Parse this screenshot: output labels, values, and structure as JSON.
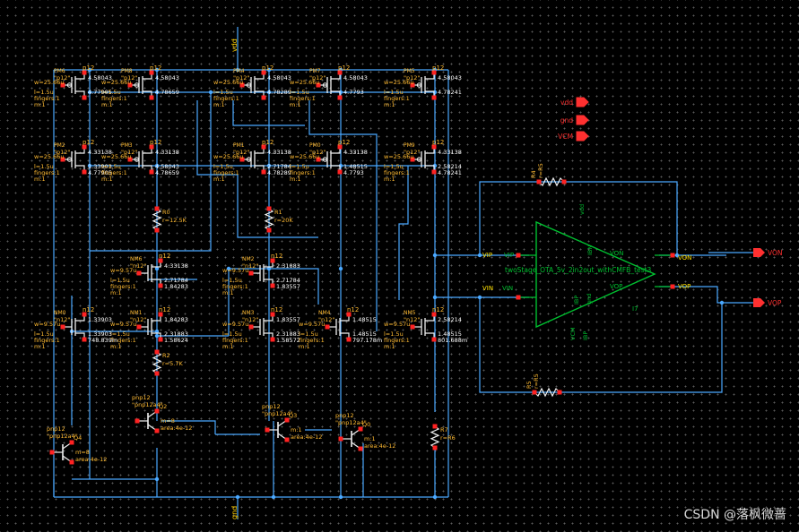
{
  "nets": {
    "top": "vdd",
    "bottom": "gnd"
  },
  "pmos": [
    {
      "label": "PM6",
      "model": "p12",
      "mm": "\"p12\"",
      "w": "w=25.66u",
      "l": "l=1.5u",
      "f": "fingers:1",
      "m": "m:1",
      "vg": "4.58043",
      "vd": "4.77905"
    },
    {
      "label": "PM2",
      "model": "p12",
      "mm": "\"p12\"",
      "w": "w=25.66u",
      "l": "l=1.5u",
      "f": "fingers:1",
      "m": "m:1",
      "vg": "4.33138",
      "vd": "1.33903",
      "vs": "4.77905"
    },
    {
      "label": "PM8",
      "model": "p12",
      "mm": "\"p12\"",
      "w": "w=25.66u",
      "l": "l=1.5u",
      "f": "fingers:1",
      "m": "m:1",
      "vg": "4.58043",
      "vd": "4.78659"
    },
    {
      "label": "PM3",
      "model": "p12",
      "mm": "\"p12\"",
      "w": "w=25.66u",
      "l": "l=1.5u",
      "f": "fingers:1",
      "m": "m:1",
      "vg": "4.33138",
      "vd": "4.58043",
      "vs": "4.78659"
    },
    {
      "label": "PM4",
      "model": "p12",
      "mm": "\"p12\"",
      "w": "w=25.66u",
      "l": "l=1.5u",
      "f": "fingers:1",
      "m": "m:1",
      "vg": "4.58043",
      "vd": "4.78289"
    },
    {
      "label": "PM1",
      "model": "p12",
      "mm": "\"p12\"",
      "w": "w=25.66u",
      "l": "l=1.5u",
      "f": "fingers:1",
      "m": "m:1",
      "vg": "4.33138",
      "vd": "2.71784",
      "vs": "4.78289"
    },
    {
      "label": "PM7",
      "model": "p12",
      "mm": "\"p12\"",
      "w": "w=25.66u",
      "l": "l=1.5u",
      "f": "fingers:1",
      "m": "m:1",
      "vg": "4.58043",
      "vd": "4.7793"
    },
    {
      "label": "PM0",
      "model": "p12",
      "mm": "\"p12\"",
      "w": "w=25.66u",
      "l": "l=1.5u",
      "f": "fingers:1",
      "m": "m:1",
      "vg": "4.33138",
      "vd": "1.48515",
      "vs": "4.7793"
    },
    {
      "label": "PM5",
      "model": "p12",
      "mm": "\"p12\"",
      "w": "w=25.66u",
      "l": "l=1.5u",
      "f": "fingers:1",
      "m": "m:1",
      "vg": "4.58043",
      "vd": "4.78241"
    },
    {
      "label": "PM9",
      "model": "p12",
      "mm": "\"p12\"",
      "w": "w=25.66u",
      "l": "l=1.5u",
      "f": "fingers:1",
      "m": "m:1",
      "vg": "4.33138",
      "vd": "2.58214",
      "vs": "4.78241"
    }
  ],
  "nmos": [
    {
      "label": "NM6",
      "model": "n12",
      "mm": "\"n12\"",
      "w": "w=9.57u",
      "l": "l=1.5u",
      "f": "fingers:1",
      "m": "m:1",
      "vg": "4.33138",
      "vd": "2.71784",
      "vs": "1.84283"
    },
    {
      "label": "NM1",
      "model": "n12",
      "mm": "\"n12\"",
      "w": "w=9.57u",
      "l": "l=1.5u",
      "f": "fingers:1",
      "m": "m:1",
      "vg": "1.84283",
      "vd": "2.31883",
      "vs": "1.58624"
    },
    {
      "label": "NM2",
      "model": "n12",
      "mm": "\"n12\"",
      "w": "w=9.57u",
      "l": "l=1.5u",
      "f": "fingers:1",
      "m": "m:1",
      "vg": "2.31883",
      "vd": "2.71784",
      "vs": "1.83557"
    },
    {
      "label": "NM3",
      "model": "n12",
      "mm": "\"n12\"",
      "w": "w=9.57u",
      "l": "l=1.5u",
      "f": "fingers:1",
      "m": "m:1",
      "vg": "1.83557",
      "vd": "2.31883",
      "vs": "1.58572"
    },
    {
      "label": "NM4",
      "model": "n12",
      "mm": "\"n12\"",
      "w": "w=9.57u",
      "l": "l=1.5u",
      "f": "fingers:1",
      "m": "m:1",
      "vg": "1.48515",
      "vd": "1.48515",
      "vs": "797.178m"
    },
    {
      "label": "NM0",
      "model": "n12",
      "mm": "\"n12\"",
      "w": "w=9.57u",
      "l": "l=1.5u",
      "f": "fingers:1",
      "m": "m:1",
      "vg": "1.33903",
      "vd": "1.33903",
      "vs": "748.839m"
    },
    {
      "label": "NM5",
      "model": "n12",
      "mm": "\"n12\"",
      "w": "w=9.57u",
      "l": "l=1.5u",
      "f": "fingers:1",
      "m": "m:1",
      "vg": "2.58214",
      "vd": "1.48515",
      "vs": "801.688m"
    }
  ],
  "resistors": [
    {
      "label": "R0",
      "value": "r=12.5K"
    },
    {
      "label": "R1",
      "value": "r=20K"
    },
    {
      "label": "R2",
      "value": "r=5.7K"
    },
    {
      "label": "R7",
      "value": "r=R6"
    },
    {
      "label": "R4",
      "value": "r=R5"
    },
    {
      "label": "R5",
      "value": "r=R5"
    }
  ],
  "bjts": [
    {
      "label": "Q4",
      "model": "pnp12",
      "mm": "\"pnp12a4\"",
      "m": "m=8",
      "area": "area:4e-12"
    },
    {
      "label": "Q2",
      "model": "pnp12",
      "mm": "\"pnp12a4\"",
      "m": "m=8",
      "area": "area:4e-12"
    },
    {
      "label": "Q3",
      "model": "pnp12",
      "mm": "\"pnp12a4\"",
      "m": "m:1",
      "area": "area:4e-12"
    },
    {
      "label": "Q0",
      "model": "pnp12",
      "mm": "\"pnp12a4\"",
      "m": "m:1",
      "area": "area:4e-12"
    }
  ],
  "opamp": {
    "cell": "twoStage_OTA_5v_2in2out_withCMFB_test3",
    "inst": "I7",
    "pins": {
      "vip": "VIP",
      "vin": "VIN",
      "von": "VON",
      "vop": "VOP",
      "vdd": "vdd",
      "gnd": "gnd",
      "vcm": "VCM",
      "ibp": "IBP",
      "ibn": "IBN"
    }
  },
  "ports": {
    "vdd": "vdd",
    "gnd": "gnd",
    "vcm": "VCM",
    "von": "VON",
    "vop": "VOP"
  },
  "wire_labels": {
    "vip": "VIP",
    "vin": "VIN",
    "von": "VON",
    "vop": "VOP"
  },
  "watermark": "CSDN @落枫微蔷",
  "colors": {
    "wire": "#4aa8ff",
    "device": "#f0f0f0",
    "label": "#ffbb33",
    "value": "#ffffff",
    "net": "#ffd000",
    "pin": "#ff2222",
    "opamp": "#00c030",
    "port": "#ff3030"
  }
}
